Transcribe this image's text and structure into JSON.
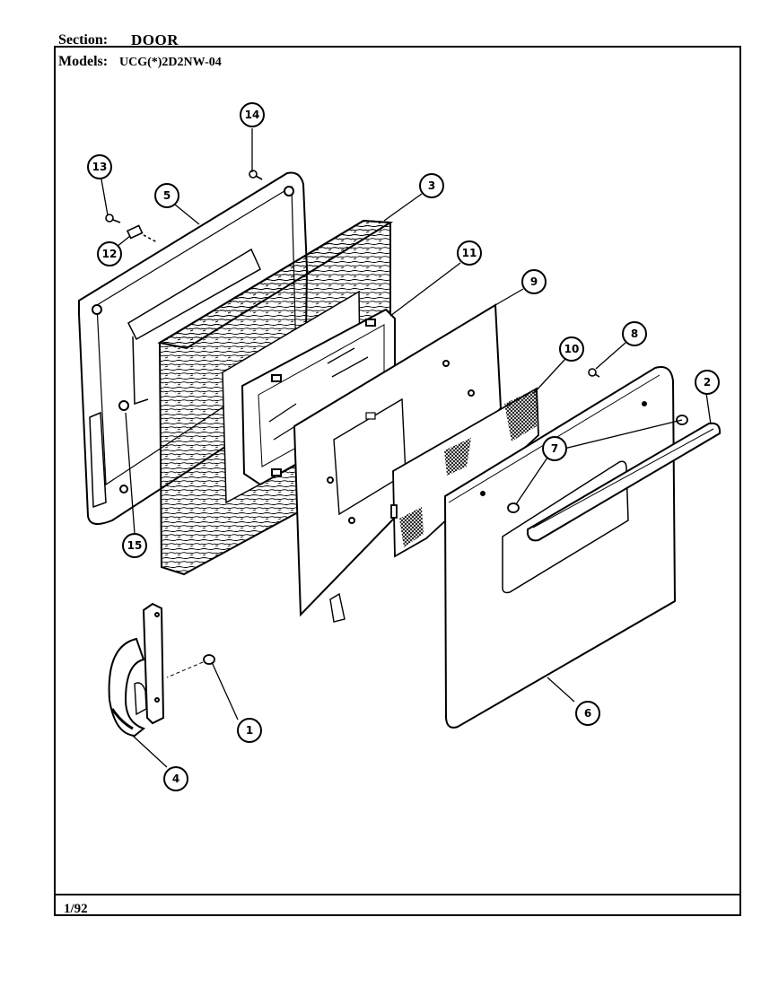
{
  "header": {
    "section_label": "Section:",
    "section_value": "DOOR",
    "models_label": "Models:",
    "models_value": "UCG(*)2D2NW-04"
  },
  "footer": {
    "date": "1/92"
  },
  "callouts": [
    {
      "number": "1"
    },
    {
      "number": "2"
    },
    {
      "number": "3"
    },
    {
      "number": "4"
    },
    {
      "number": "5"
    },
    {
      "number": "6"
    },
    {
      "number": "7"
    },
    {
      "number": "8"
    },
    {
      "number": "9"
    },
    {
      "number": "10"
    },
    {
      "number": "11"
    },
    {
      "number": "12"
    },
    {
      "number": "13"
    },
    {
      "number": "14"
    },
    {
      "number": "15"
    }
  ]
}
